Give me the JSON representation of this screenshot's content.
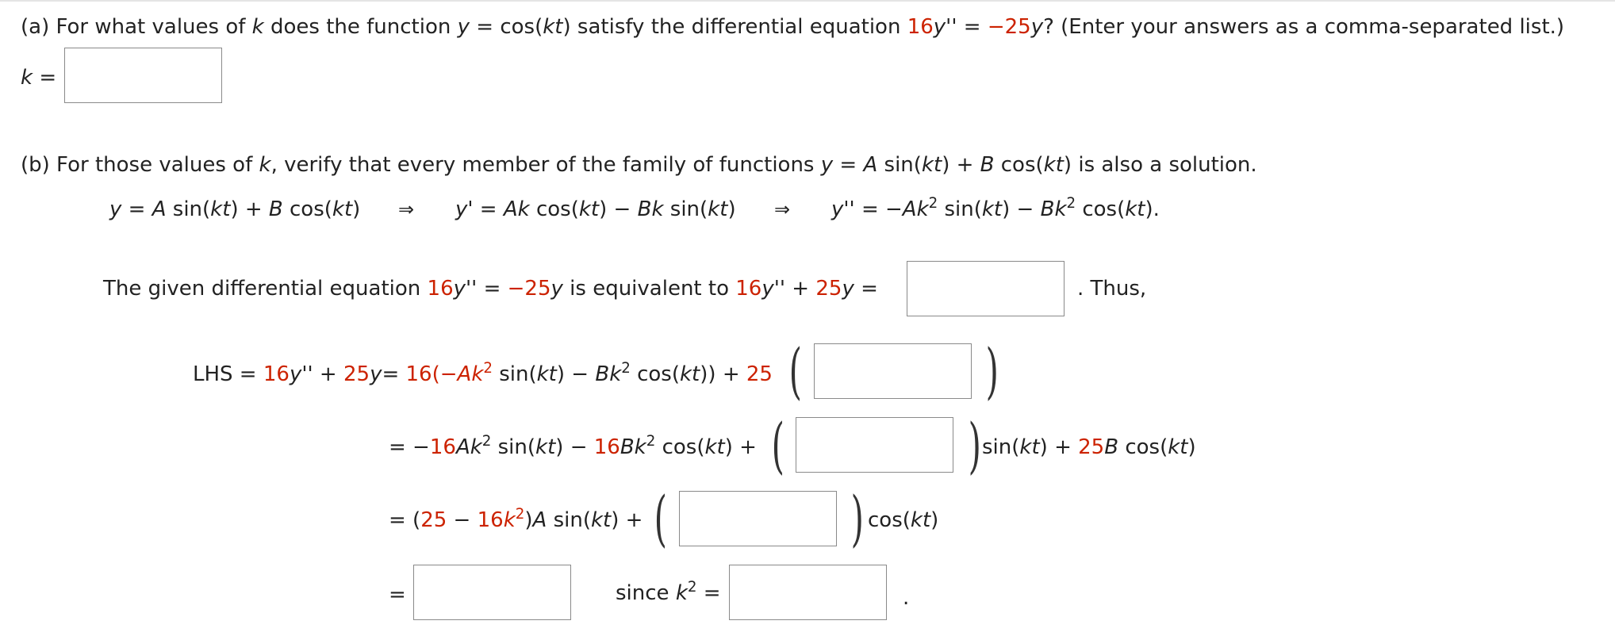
{
  "part_a": {
    "pre": "(a) For what values of ",
    "k1": "k",
    "mid1": " does the function ",
    "y1": "y",
    "eq_fn": " = cos(",
    "kt": "kt",
    "close": ")",
    "mid2": " satisfy the differential equation  ",
    "coef16": "16",
    "ypp": "y''",
    "eq": " = ",
    "neg25": "−25",
    "y2": "y",
    "post": "?  (Enter your answers as a comma-separated list.)",
    "k_label_var": "k",
    "k_label_eq": " ="
  },
  "part_b": {
    "pre": "(b) For those values of ",
    "k": "k",
    "mid": ", verify that every member of the family of functions  ",
    "fam_y": "y",
    "fam_eq": " = ",
    "fam_A": "A",
    "fam_sin": " sin(",
    "fam_kt1": "kt",
    "fam_plus": ") + ",
    "fam_B": "B",
    "fam_cos": " cos(",
    "fam_kt2": "kt",
    "fam_close": ")",
    "post": "  is also a solution."
  },
  "derivation": {
    "d1": {
      "y": "y",
      "eq": " = ",
      "A": "A",
      "sin": " sin(",
      "kt1": "kt",
      "plus": ") + ",
      "B": "B",
      "cos": " cos(",
      "kt2": "kt",
      "close": ")"
    },
    "arrow1": "⇒",
    "d2": {
      "y": "y'",
      "eq": " = ",
      "Ak": "Ak",
      "cos": " cos(",
      "kt1": "kt",
      "minus": ") − ",
      "Bk": "Bk",
      "sin": " sin(",
      "kt2": "kt",
      "close": ")"
    },
    "arrow2": "⇒",
    "d3": {
      "y": "y''",
      "eq": " = −",
      "Ak": "Ak",
      "sup1": "2",
      "sin": " sin(",
      "kt1": "kt",
      "minus": ") − ",
      "Bk": "Bk",
      "sup2": "2",
      "cos": " cos(",
      "kt2": "kt",
      "close": ")."
    }
  },
  "given_line": {
    "pre": "The given differential equation  ",
    "c16a": "16",
    "ypp_a": "y''",
    "eq": " = ",
    "n25": "−25",
    "ya": "y",
    "mid": "  is equivalent to  ",
    "c16b": "16",
    "ypp_b": "y''",
    "plus": " + ",
    "c25": "25",
    "yb": "y",
    "eq2": " =",
    "thus": ".  Thus,"
  },
  "lhs_line": {
    "lhs": "LHS = ",
    "c16": "16",
    "ypp": "y''",
    "plus": " + ",
    "c25": "25",
    "y": "y",
    "eq": "= ",
    "c16b": "16",
    "open": "(−",
    "Ak": "Ak",
    "sup1": "2",
    "sin": " sin(",
    "kt1": "kt",
    "minus": ") − ",
    "Bk": "Bk",
    "sup2": "2",
    "cos": " cos(",
    "kt2": "kt",
    "close": ")) + ",
    "c25b": "25"
  },
  "line2": {
    "eq": "= −",
    "c16a": "16",
    "Ak": "Ak",
    "sup1": "2",
    "sin": " sin(",
    "kt1": "kt",
    "minus": ") −  ",
    "c16b": "16",
    "Bk": "Bk",
    "sup2": "2",
    "cos": " cos(",
    "kt2": "kt",
    "plus": ") +",
    "after_sin": " sin(",
    "kt3": "kt",
    "after_plus": ") + ",
    "c25B": "25",
    "B": "B",
    "after_cos": " cos(",
    "kt4": "kt",
    "after_close": ")"
  },
  "line3": {
    "eq": "= (",
    "c25": "25",
    "minus": " −  ",
    "c16": "16",
    "k": "k",
    "sup": "2",
    "closeA": ")",
    "A": "A",
    "sin": " sin(",
    "kt1": "kt",
    "plus": ") +",
    "after_cos": "cos(",
    "kt2": "kt",
    "after_close": ")"
  },
  "line4": {
    "eq": "=",
    "since": "since ",
    "k": "k",
    "sup": "2",
    "eq2": " =",
    "period": "."
  },
  "colors": {
    "accent": "#cc2200",
    "text": "#222222",
    "input_border": "#8a8a8a"
  }
}
